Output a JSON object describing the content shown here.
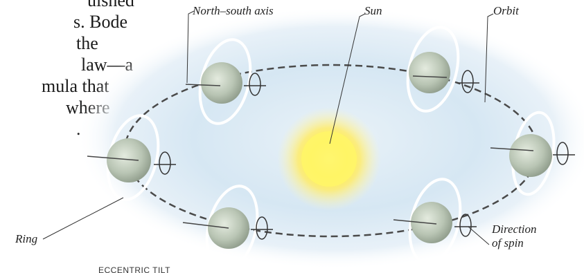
{
  "text_fragment": {
    "lines": [
      "uished",
      "s. Bode",
      "the",
      "law—a",
      "mula that",
      "where",
      "."
    ]
  },
  "labels": {
    "north_south_axis": "North–south axis",
    "sun": "Sun",
    "orbit": "Orbit",
    "ring": "Ring",
    "direction_line1": "Direction",
    "direction_line2": "of spin"
  },
  "caption": "ECCENTRIC TILT",
  "colors": {
    "halo": "#cfe3f1",
    "sun_core": "#fff04a",
    "planet": "#c8d2c2",
    "orbit_line": "#4a4a4a",
    "ring": "#ffffff"
  }
}
